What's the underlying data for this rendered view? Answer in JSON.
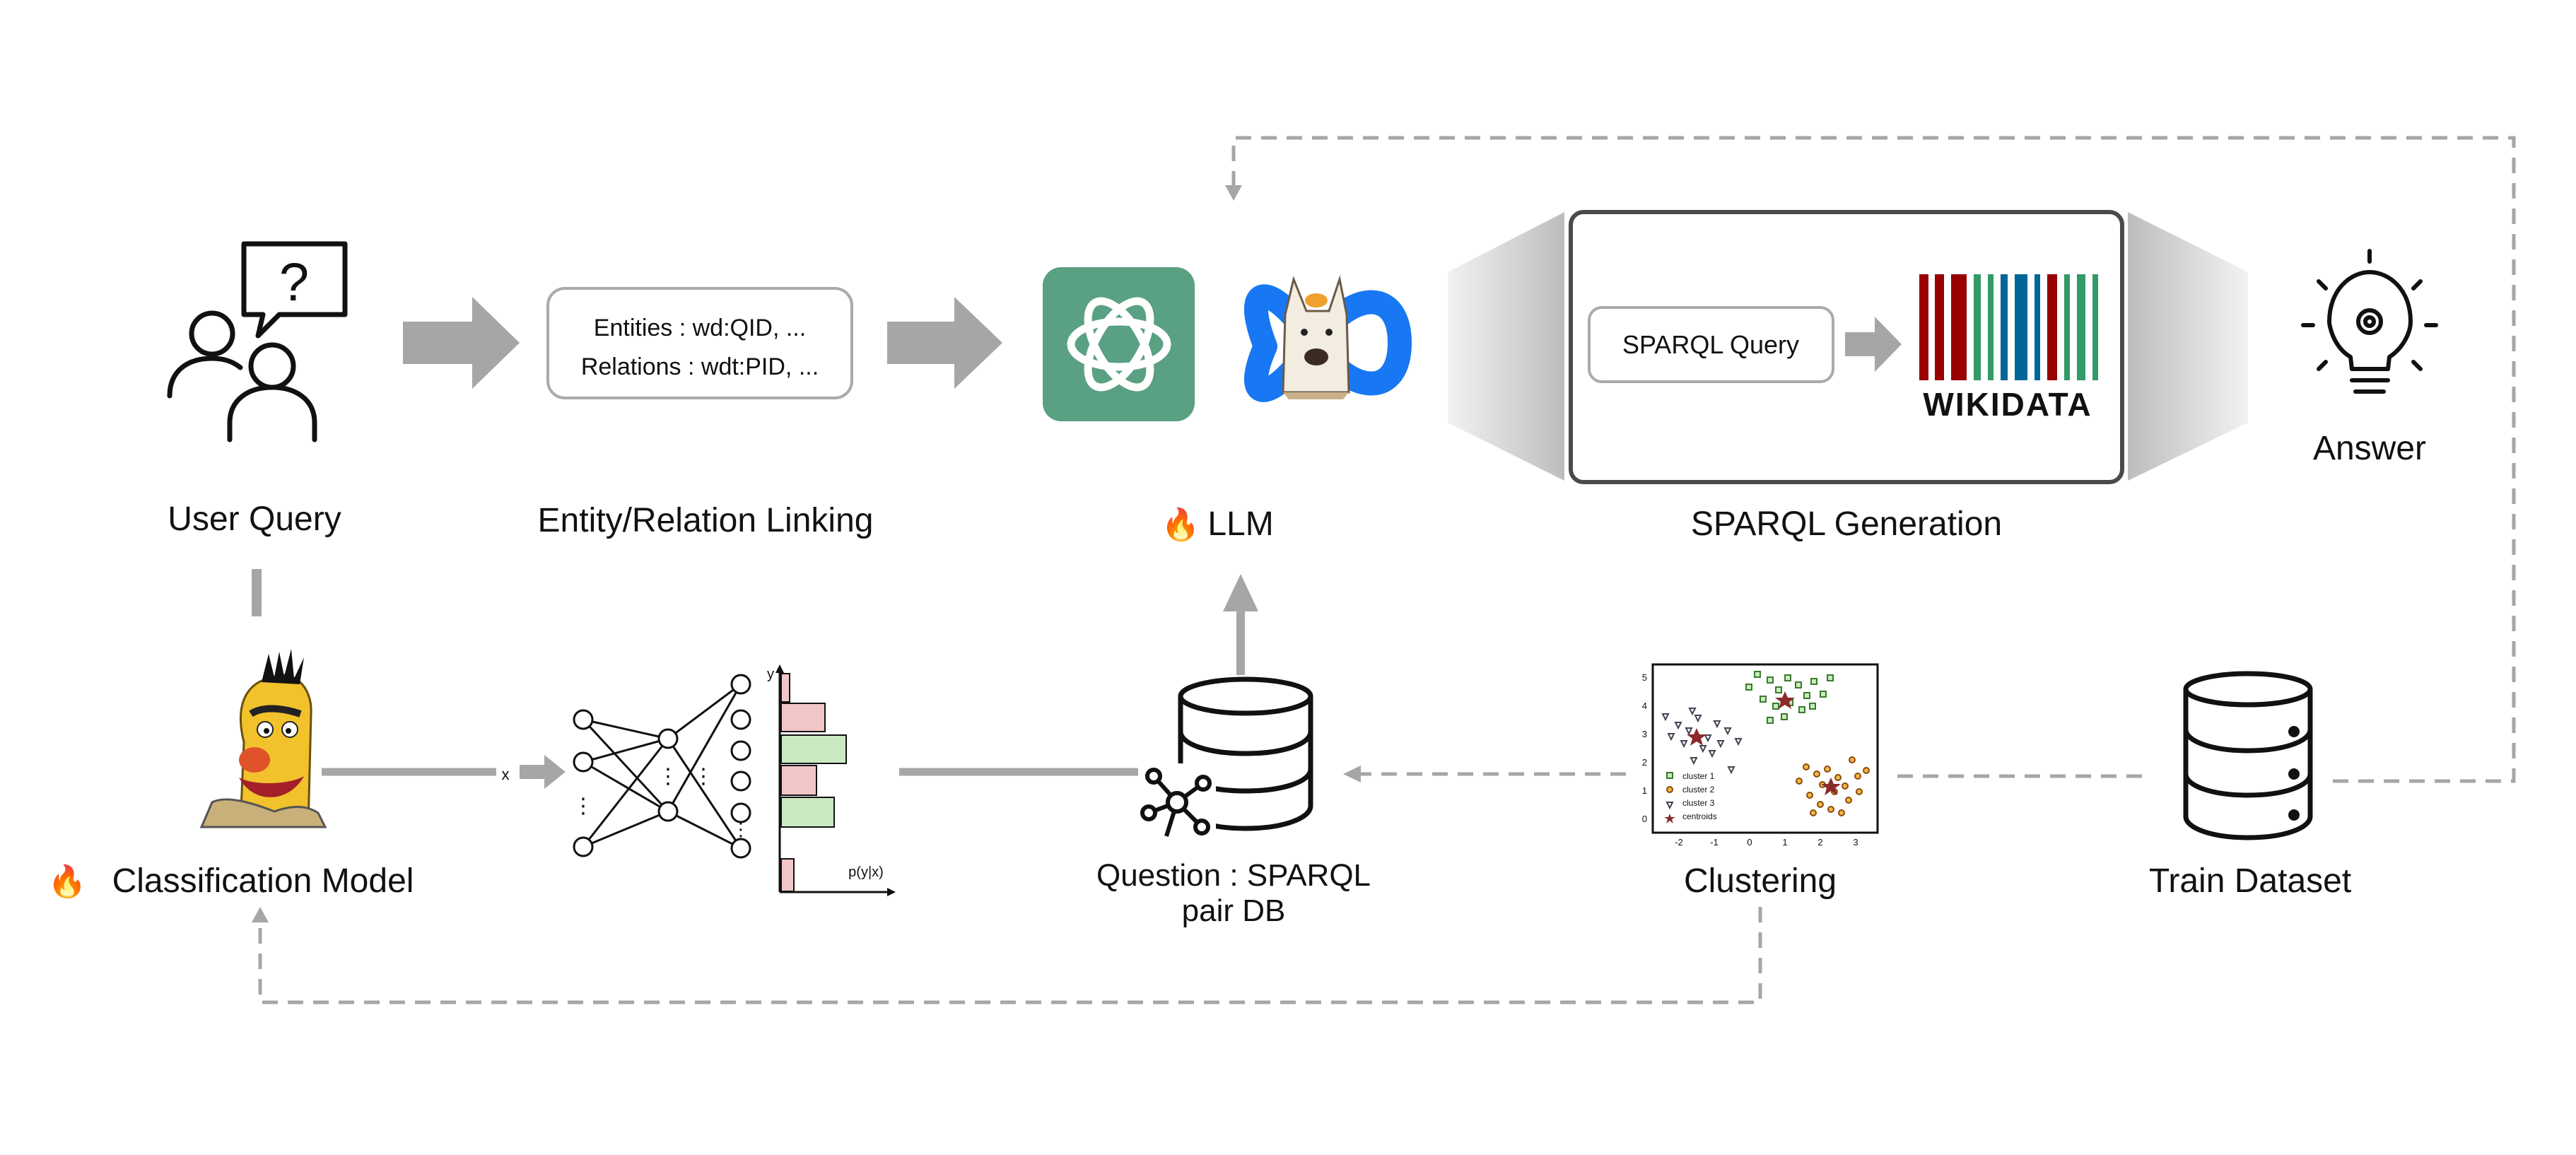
{
  "labels": {
    "user_query": "User Query",
    "entity_relation_linking": "Entity/Relation Linking",
    "llm": "LLM",
    "sparql_generation": "SPARQL Generation",
    "answer": "Answer",
    "classification_model": "Classification Model",
    "question_sparql_db_line1": "Question : SPARQL",
    "question_sparql_db_line2": "pair DB",
    "clustering": "Clustering",
    "train_dataset": "Train Dataset"
  },
  "linking_box": {
    "line1": "Entities : wd:QID, ...",
    "line2": "Relations : wdt:PID, ..."
  },
  "sparql_box": {
    "query_label": "SPARQL Query",
    "wikidata_logo_text": "WIKIDATA"
  },
  "classifier": {
    "x_label": "x",
    "y_axis_label": "y",
    "output_label": "p(y|x)",
    "hidden_ellipsis": "⋮"
  },
  "cluster_plot": {
    "legend": [
      "cluster 1",
      "cluster 2",
      "cluster 3",
      "centroids"
    ],
    "x_ticks": [
      "-2",
      "-1",
      "0",
      "1",
      "2",
      "3"
    ],
    "y_ticks": [
      "0",
      "1",
      "2",
      "3",
      "4",
      "5"
    ]
  },
  "icons": {
    "fire": "🔥",
    "question_mark": "?"
  },
  "colors": {
    "arrow_gray": "#a6a6a6",
    "dashed_gray": "#a6a6a6",
    "openai_green": "#5aa083",
    "meta_blue": "#1877f2",
    "wikidata_red": "#990000",
    "wikidata_green": "#339966",
    "wikidata_blue": "#006699"
  }
}
